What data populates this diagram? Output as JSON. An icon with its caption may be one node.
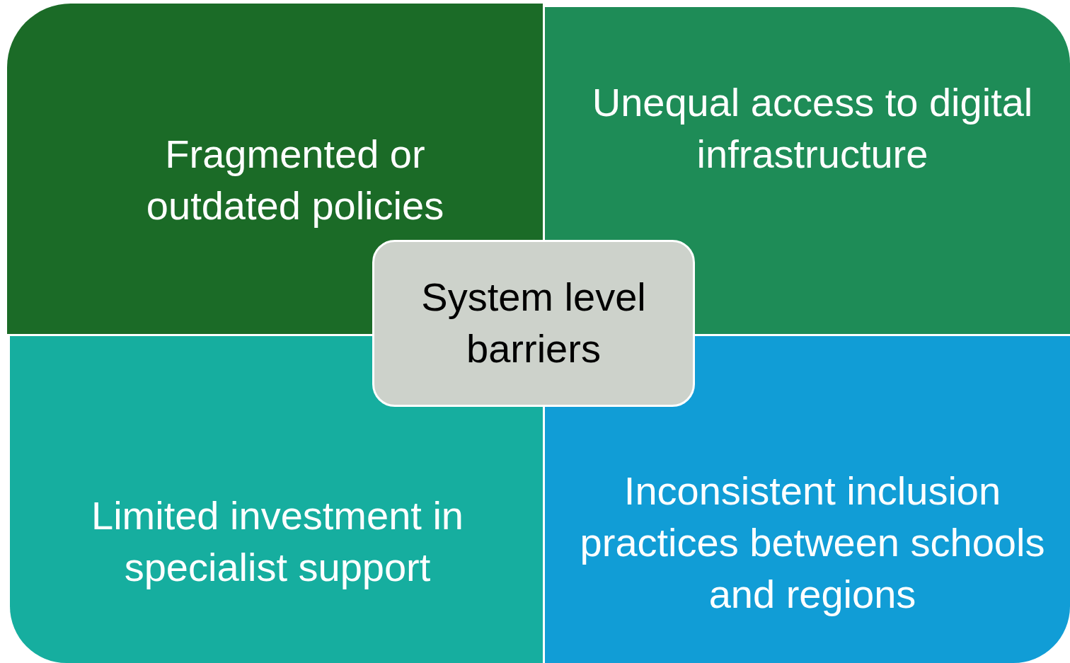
{
  "diagram": {
    "nodes": [
      {
        "text": [
          "Fragmented or outdated policies"
        ]
      },
      {
        "text": [
          "Unequal access to digital infrastructure"
        ]
      },
      {
        "text": [
          "System level barriers"
        ]
      },
      {
        "text": [
          "Limited investment in specialist support"
        ]
      },
      {
        "text": [
          "Inconsistent inclusion practices between schools and regions"
        ]
      }
    ]
  }
}
